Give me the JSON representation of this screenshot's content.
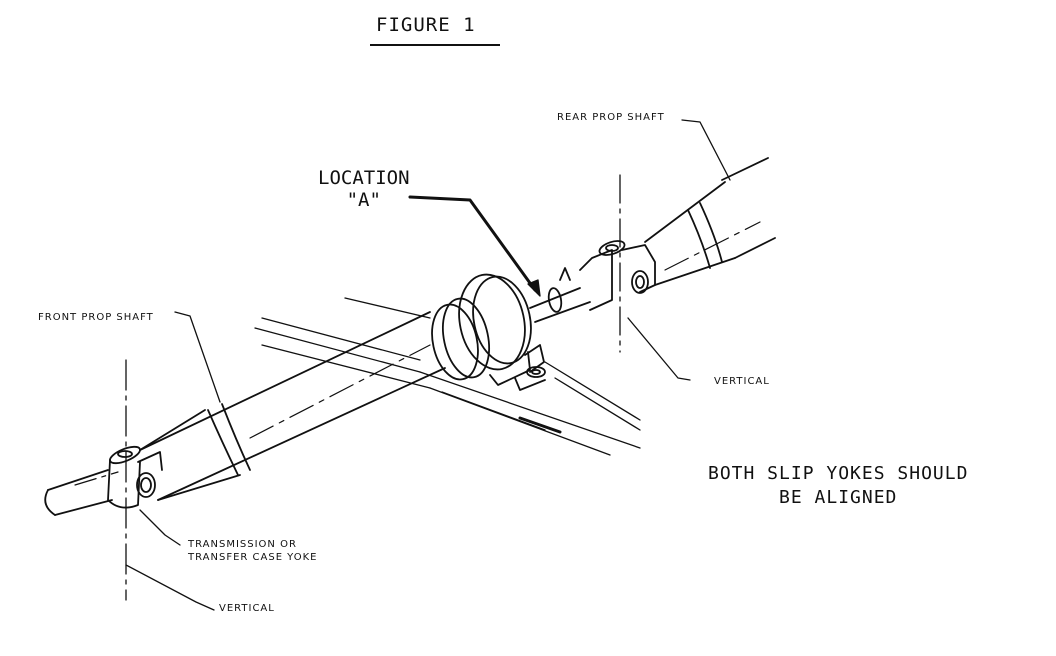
{
  "figure": {
    "title": "FIGURE 1",
    "location_label": [
      "LOCATION",
      "\"A\""
    ],
    "note": [
      "BOTH SLIP YOKES SHOULD",
      "BE ALIGNED"
    ],
    "callouts": {
      "rear_prop_shaft": "REAR PROP SHAFT",
      "front_prop_shaft": "FRONT PROP SHAFT",
      "vertical_rear": "VERTICAL",
      "vertical_front": "VERTICAL",
      "transmission_yoke": [
        "TRANSMISSION OR",
        "TRANSFER CASE YOKE"
      ]
    }
  },
  "colors": {
    "ink": "#111111",
    "paper": "#ffffff"
  }
}
